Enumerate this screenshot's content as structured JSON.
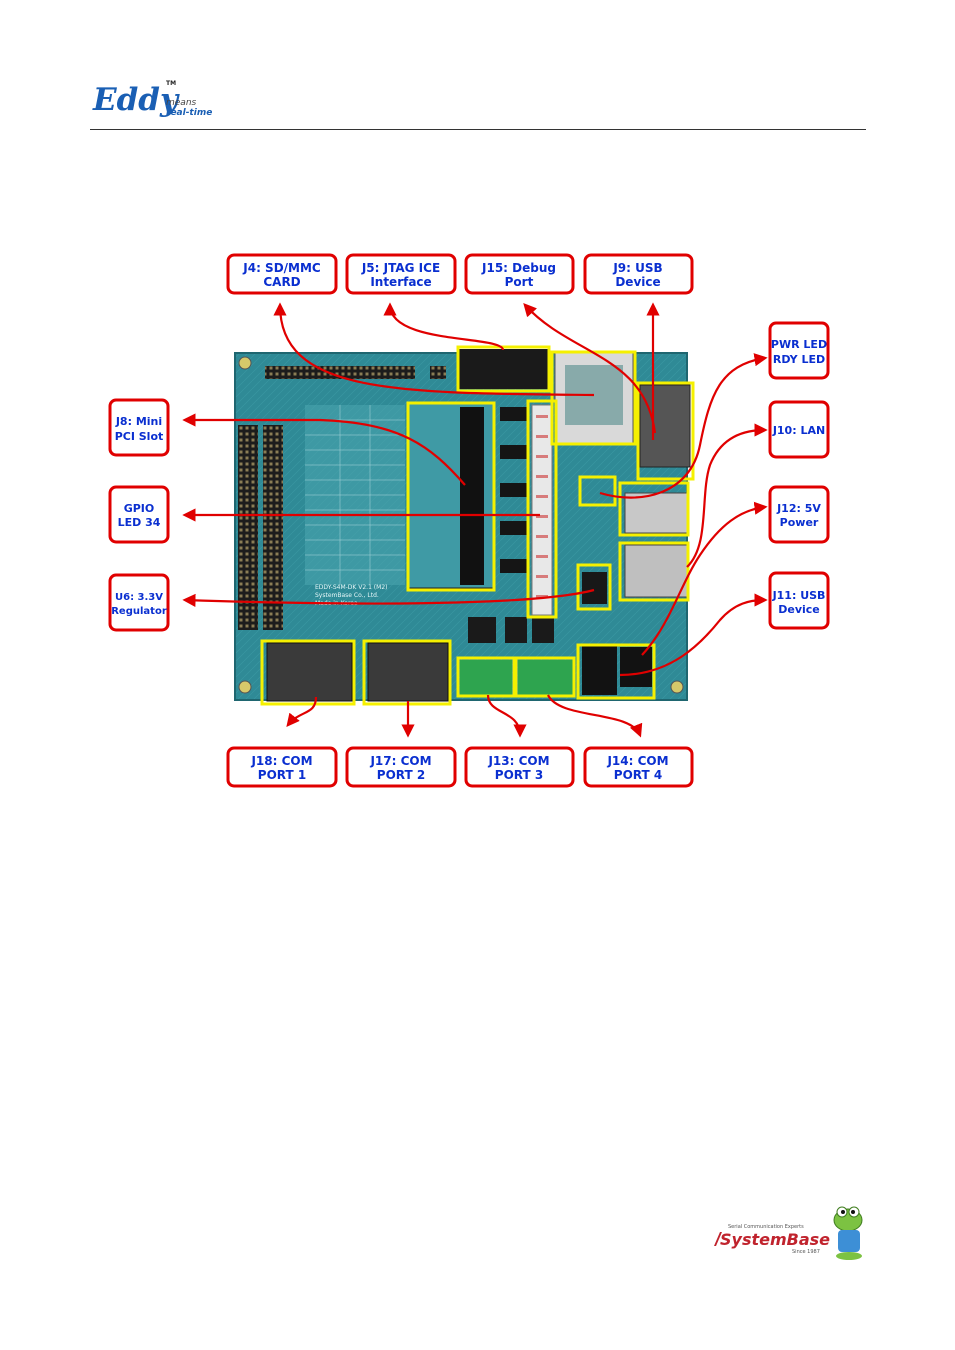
{
  "header": {
    "logo_text": "Eddy",
    "logo_tm": "TM",
    "logo_means": "means",
    "logo_realtime": "real-time"
  },
  "diagram": {
    "board_silk": {
      "model": "EDDY-S4M-DK V2.1 (M2)",
      "maker": "SystemBase Co., Ltd.",
      "origin": "Made in Korea"
    },
    "callouts": {
      "j4_l1": "J4: SD/MMC",
      "j4_l2": "CARD",
      "j5_l1": "J5: JTAG ICE",
      "j5_l2": "Interface",
      "j15_l1": "J15: Debug",
      "j15_l2": "Port",
      "j9_l1": "J9: USB",
      "j9_l2": "Device",
      "pwr_l1": "PWR LED",
      "pwr_l2": "RDY LED",
      "j10": "J10: LAN",
      "j12_l1": "J12: 5V",
      "j12_l2": "Power",
      "j11_l1": "J11: USB",
      "j11_l2": "Device",
      "j8_l1": "J8: Mini",
      "j8_l2": "PCI Slot",
      "gpio_l1": "GPIO",
      "gpio_l2": "LED 34",
      "u6_l1": "U6: 3.3V",
      "u6_l2": "Regulator",
      "j18_l1": "J18: COM",
      "j18_l2": "PORT 1",
      "j17_l1": "J17: COM",
      "j17_l2": "PORT 2",
      "j13_l1": "J13: COM",
      "j13_l2": "PORT 3",
      "j14_l1": "J14: COM",
      "j14_l2": "PORT 4"
    },
    "colors": {
      "callout_border": "#e00000",
      "callout_text": "#0a2fd0",
      "highlight": "#f5f000",
      "board": "#2f8a96"
    }
  },
  "footer": {
    "tagline": "Serial Communication Experts",
    "brand": "SystemBase",
    "since": "Since 1987"
  }
}
